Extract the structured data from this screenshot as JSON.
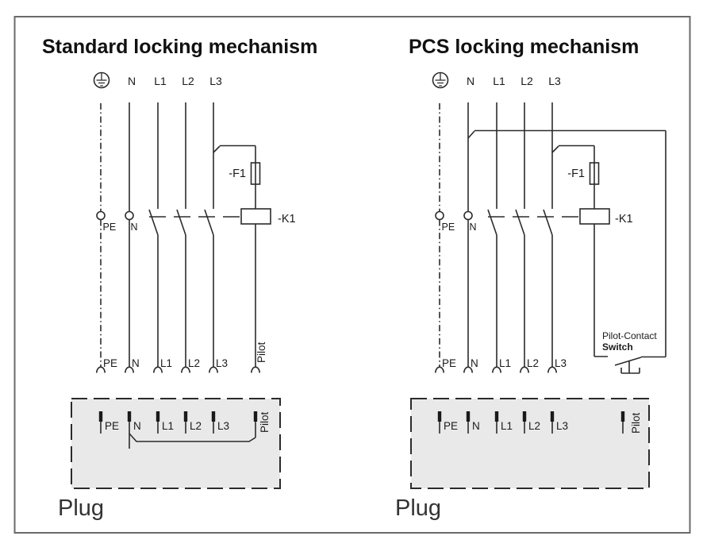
{
  "colors": {
    "line": "#2b2b2b",
    "text": "#1a1a1a",
    "plug_fill": "#e9e9e9",
    "frame": "#6a6a6a",
    "background": "#ffffff"
  },
  "standard": {
    "title": "Standard locking mechanism",
    "phase": {
      "n": "N",
      "l1": "L1",
      "l2": "L2",
      "l3": "L3"
    },
    "contact": {
      "pe": "PE",
      "n": "N"
    },
    "fuse": "-F1",
    "contactor": "-K1",
    "socket": {
      "pe": "PE",
      "n": "N",
      "l1": "L1",
      "l2": "L2",
      "l3": "L3",
      "pilot": "Pilot"
    },
    "plug": {
      "caption": "Plug",
      "pin": {
        "pe": "PE",
        "n": "N",
        "l1": "L1",
        "l2": "L2",
        "l3": "L3",
        "pilot": "Pilot"
      }
    }
  },
  "pcs": {
    "title": "PCS locking mechanism",
    "phase": {
      "n": "N",
      "l1": "L1",
      "l2": "L2",
      "l3": "L3"
    },
    "contact": {
      "pe": "PE",
      "n": "N"
    },
    "fuse": "-F1",
    "contactor": "-K1",
    "switch": {
      "line1": "Pilot-Contact",
      "line2": "Switch"
    },
    "socket": {
      "pe": "PE",
      "n": "N",
      "l1": "L1",
      "l2": "L2",
      "l3": "L3"
    },
    "plug": {
      "caption": "Plug",
      "pin": {
        "pe": "PE",
        "n": "N",
        "l1": "L1",
        "l2": "L2",
        "l3": "L3",
        "pilot": "Pilot"
      }
    }
  }
}
